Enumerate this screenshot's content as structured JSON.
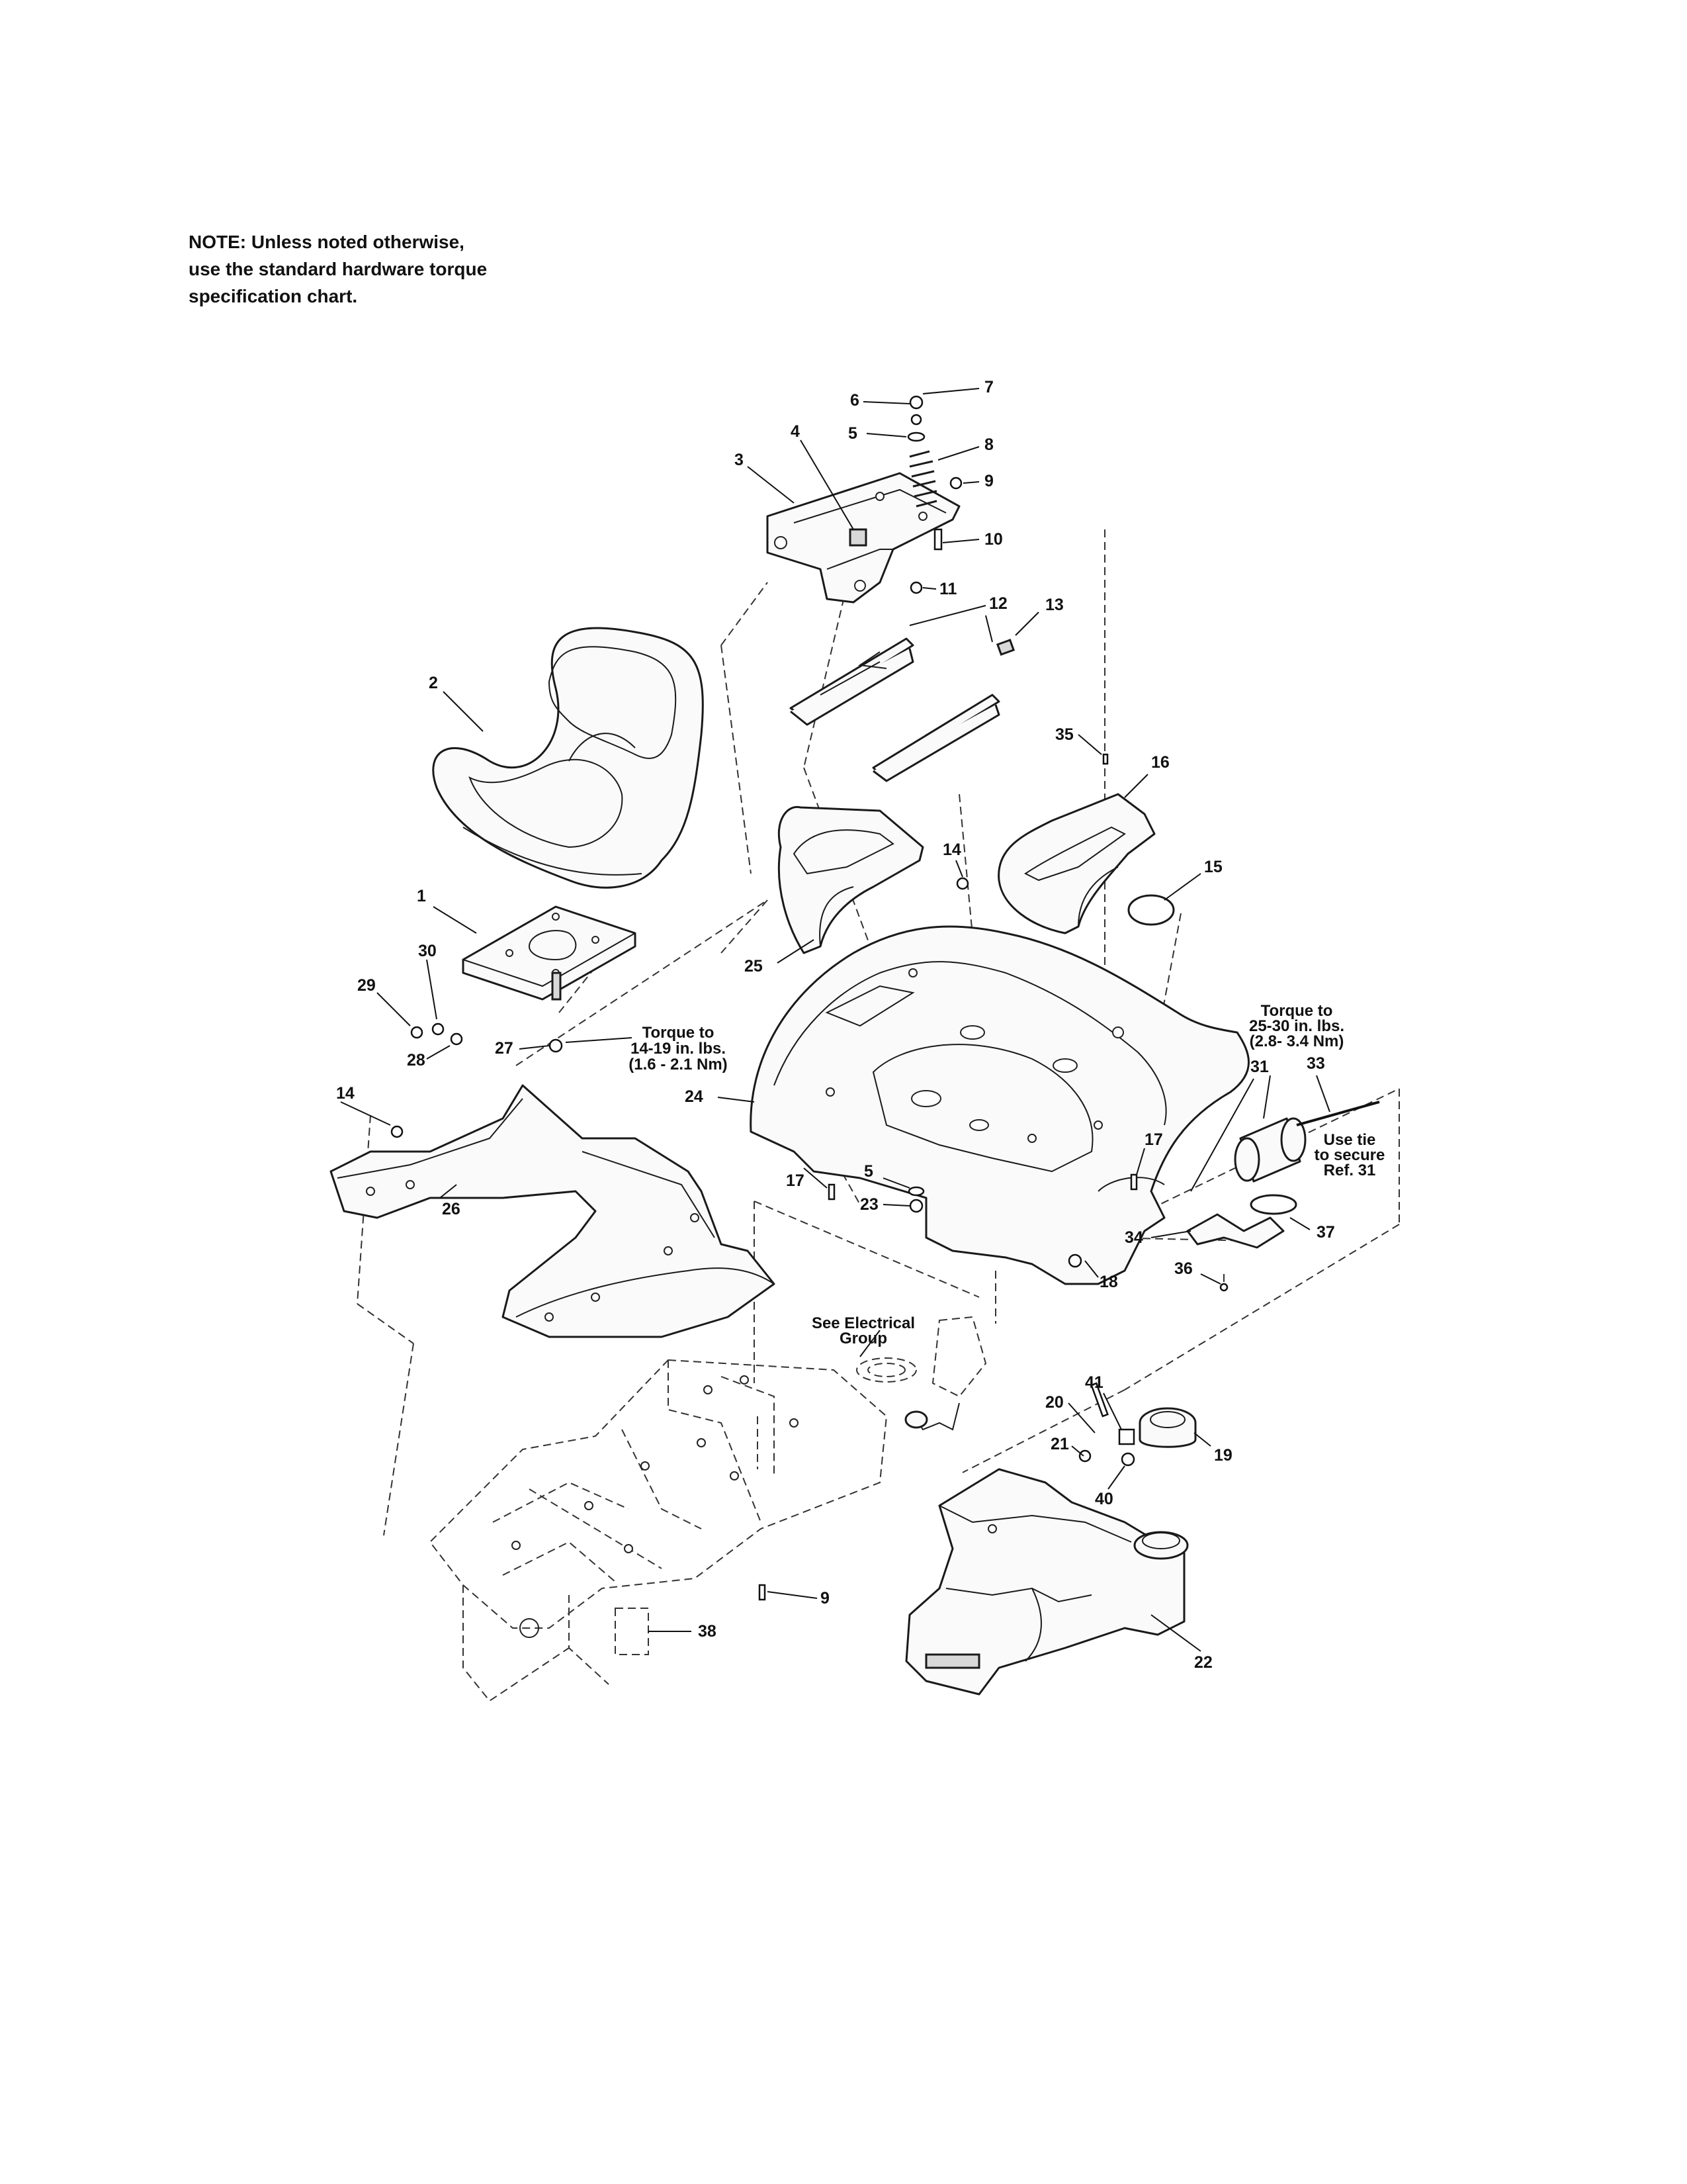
{
  "note": {
    "lines": [
      "NOTE: Unless noted otherwise,",
      "use the standard hardware torque",
      "specification chart."
    ]
  },
  "callouts": {
    "c1": "1",
    "c2": "2",
    "c3": "3",
    "c4": "4",
    "c5a": "5",
    "c5b": "5",
    "c6": "6",
    "c7": "7",
    "c8": "8",
    "c9a": "9",
    "c9b": "9",
    "c10": "10",
    "c11": "11",
    "c12": "12",
    "c13": "13",
    "c14a": "14",
    "c14b": "14",
    "c15": "15",
    "c16": "16",
    "c17a": "17",
    "c17b": "17",
    "c18": "18",
    "c19": "19",
    "c20": "20",
    "c21": "21",
    "c22": "22",
    "c23": "23",
    "c24": "24",
    "c25": "25",
    "c26": "26",
    "c27": "27",
    "c28": "28",
    "c29": "29",
    "c30": "30",
    "c31": "31",
    "c33": "33",
    "c34": "34",
    "c35": "35",
    "c36": "36",
    "c37": "37",
    "c38": "38",
    "c40": "40",
    "c41": "41"
  },
  "annotations": {
    "torque_seat": [
      "Torque to",
      "14-19 in. lbs.",
      "(1.6 - 2.1 Nm)"
    ],
    "torque_fender": [
      "Torque to",
      "25-30 in. lbs.",
      "(2.8- 3.4 Nm)"
    ],
    "use_tie": [
      "Use tie",
      "to secure",
      "Ref. 31"
    ],
    "electrical": [
      "See Electrical",
      "Group"
    ]
  }
}
